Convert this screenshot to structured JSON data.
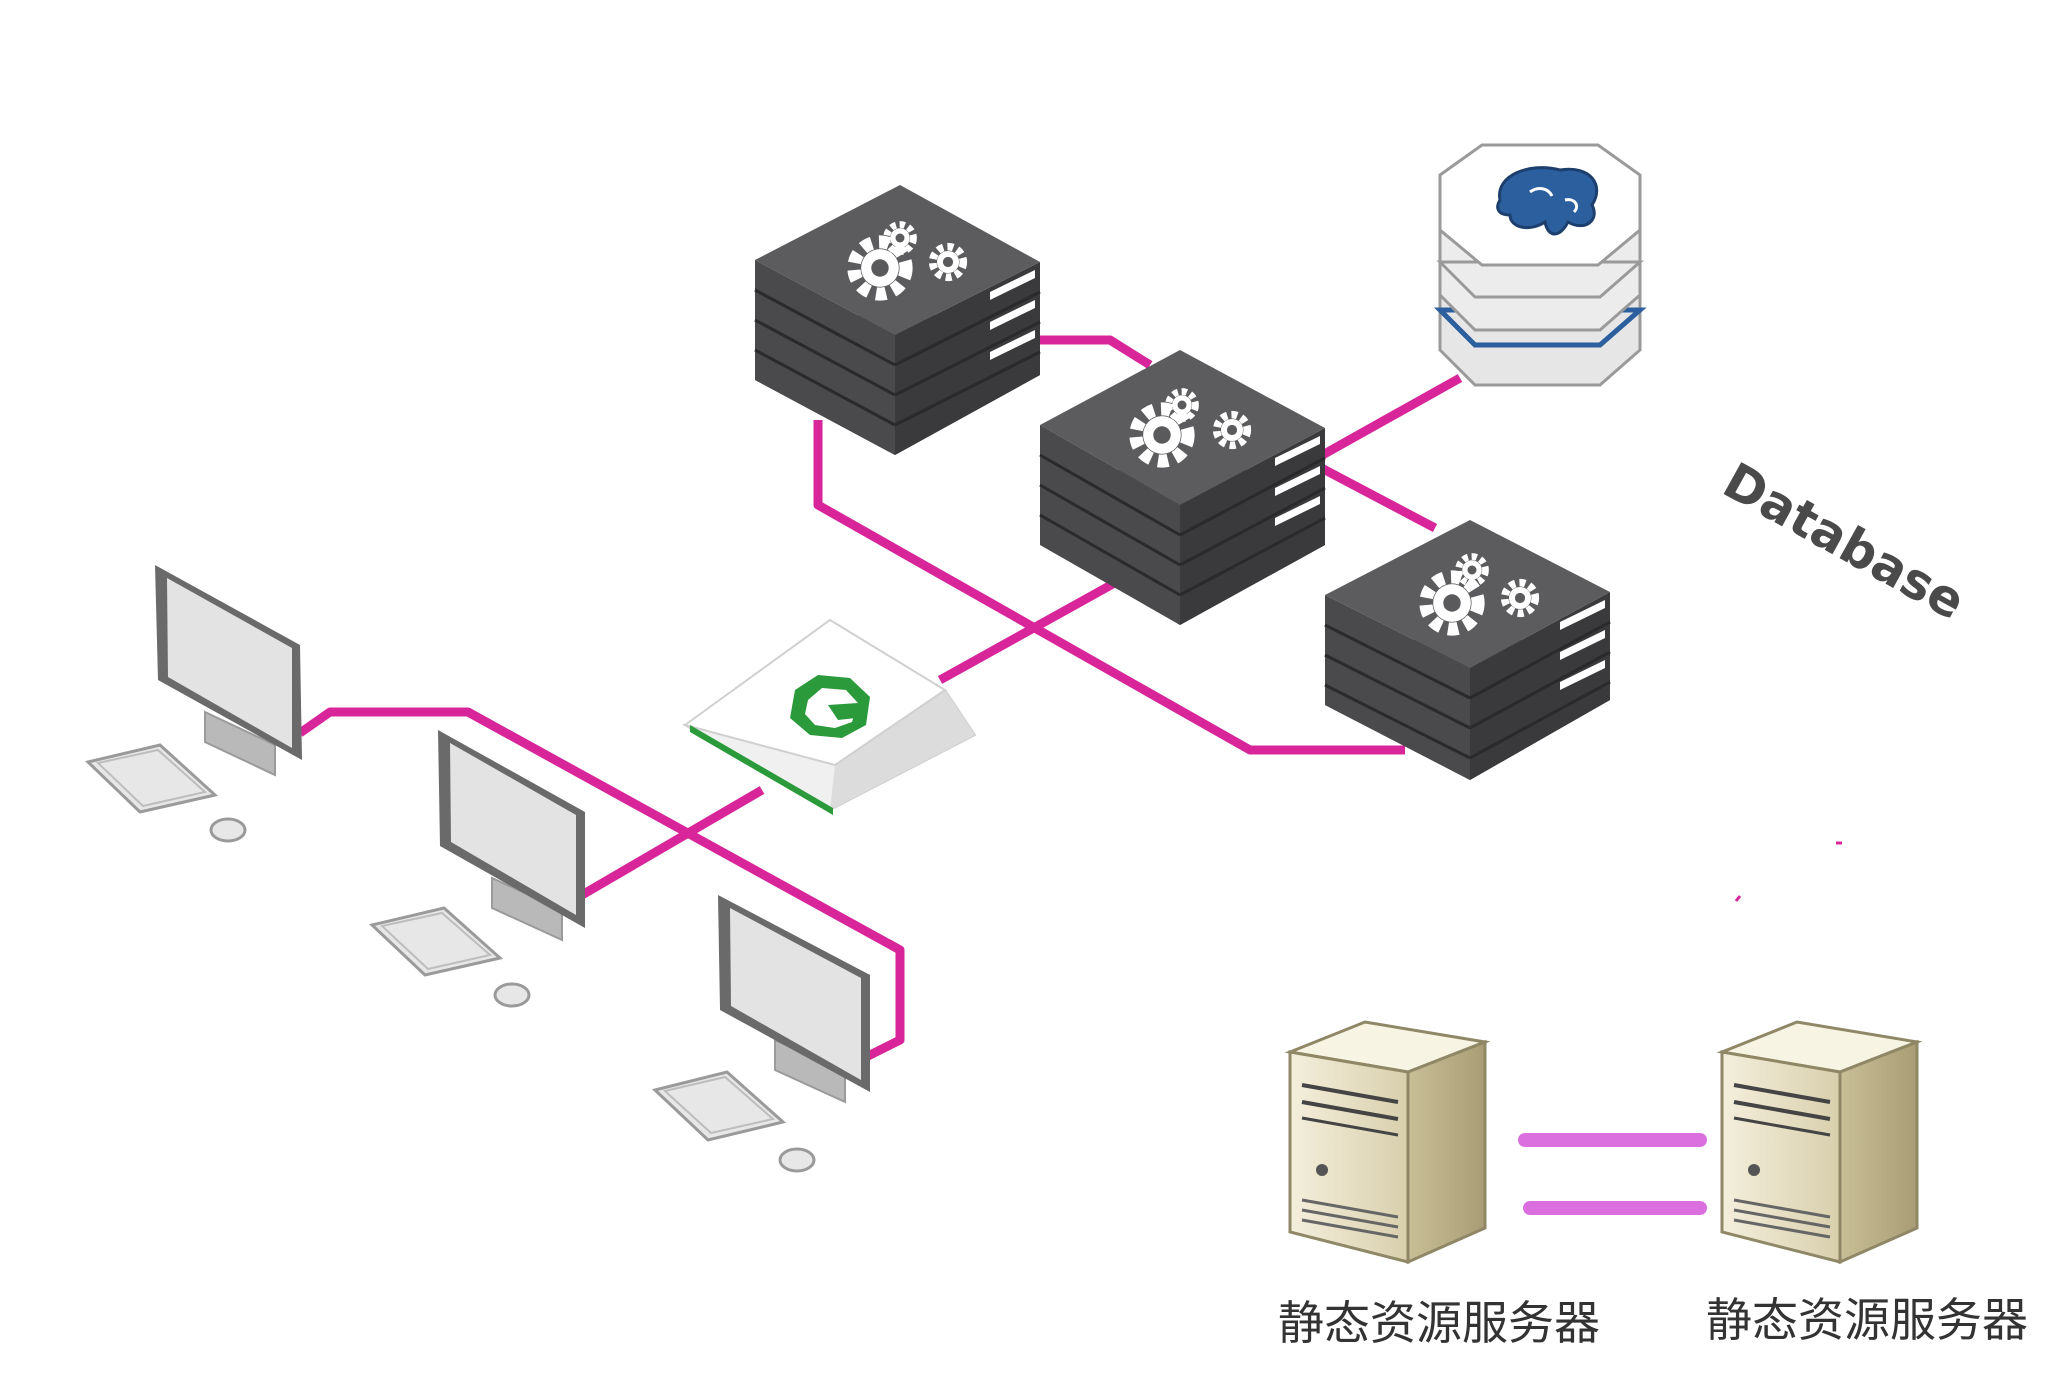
{
  "labels": {
    "database": "Database",
    "static_server_left": "静态资源服务器",
    "static_server_right": "静态资源服务器"
  },
  "nodes": {
    "app_servers": [
      "gear-server",
      "gear-server",
      "gear-server"
    ],
    "database": "database-cylinder",
    "load_balancer": "g-logo-gateway",
    "clients": [
      "workstation",
      "workstation",
      "workstation"
    ],
    "static_servers": [
      "tower-server",
      "tower-server"
    ]
  },
  "colors": {
    "link": "#d8259a",
    "sync_link": "#dc6fe0",
    "server_dark": "#4a4a4c",
    "server_top": "#5a5a5d",
    "gateway_green": "#2a9a3a",
    "db_blue": "#2c5f9e",
    "tower_beige": "#e8e0c2"
  }
}
